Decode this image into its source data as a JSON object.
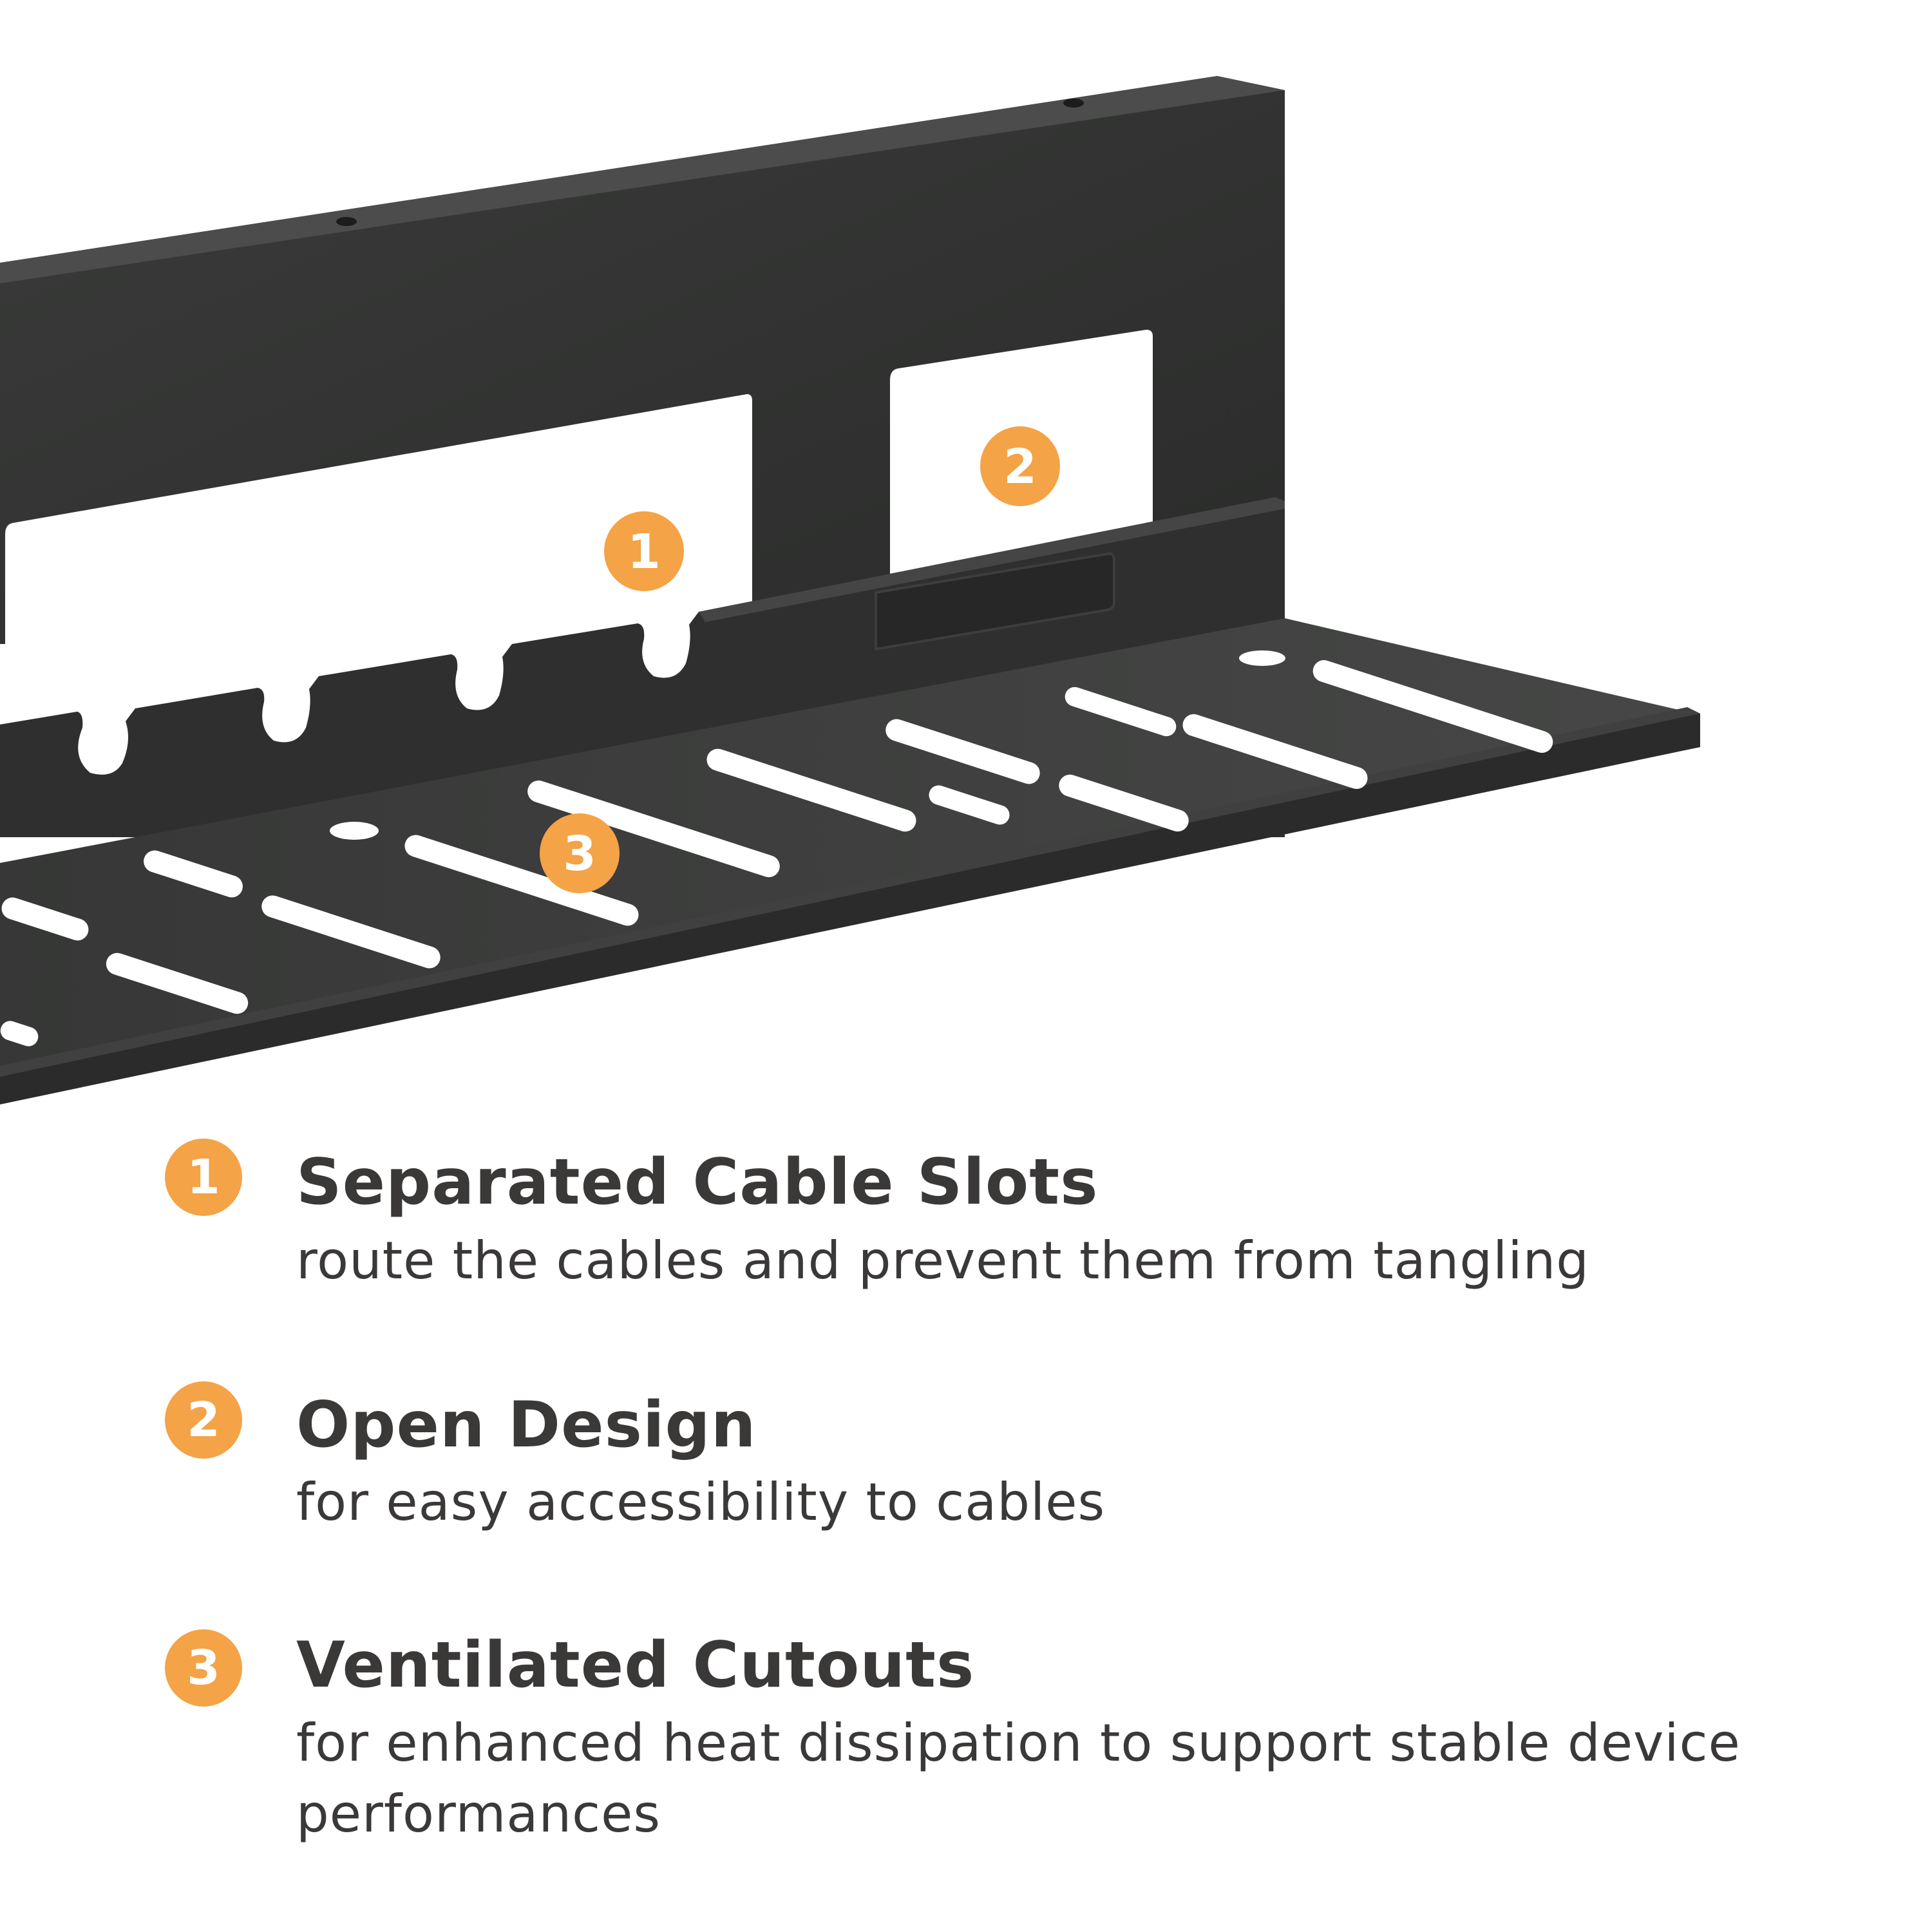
{
  "colors": {
    "accent": "#f4a347",
    "text": "#3b3838",
    "metal": "#2f302f",
    "metal_top": "#454645",
    "background": "#ffffff"
  },
  "illustration": {
    "callouts": [
      "1",
      "2",
      "3"
    ]
  },
  "features": [
    {
      "number": "1",
      "title": "Separated Cable Slots",
      "description": "route the cables and prevent them from tangling"
    },
    {
      "number": "2",
      "title": "Open Design",
      "description": "for easy accessibility to cables"
    },
    {
      "number": "3",
      "title": "Ventilated Cutouts",
      "description": "for enhanced heat dissipation to support stable device performances"
    }
  ]
}
